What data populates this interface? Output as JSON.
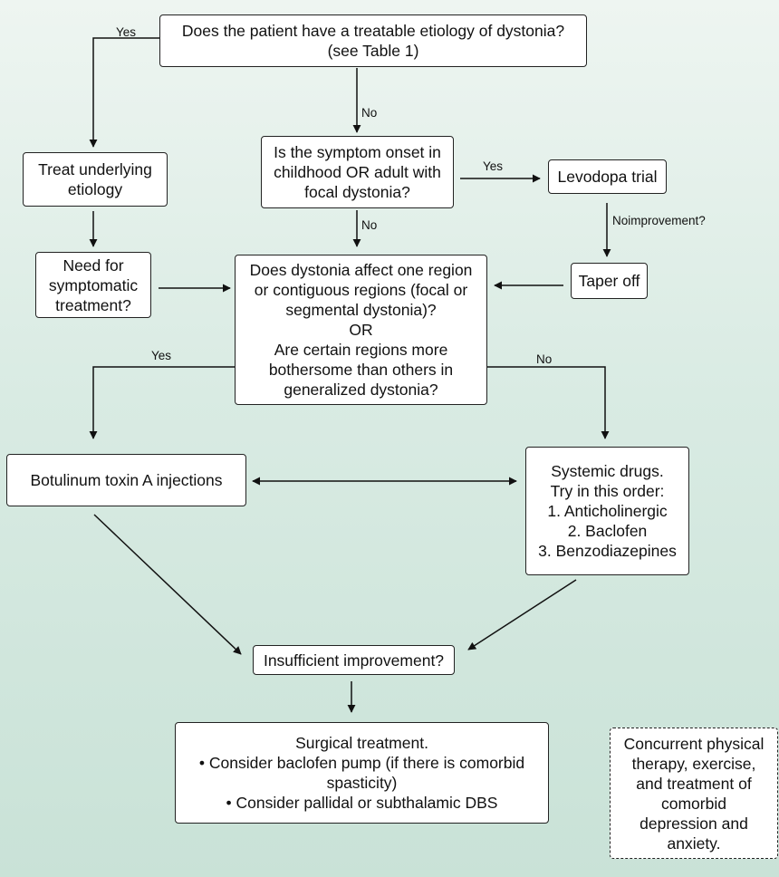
{
  "diagram": {
    "nodes": {
      "q_treatable": [
        "Does the patient have a treatable etiology of dystonia?",
        "(see Table 1)"
      ],
      "treat_underlying": [
        "Treat underlying",
        "etiology"
      ],
      "q_onset": [
        "Is the symptom onset in",
        "childhood OR adult with",
        "focal dystonia?"
      ],
      "levodopa": [
        "Levodopa trial"
      ],
      "need_symptomatic": [
        "Need for",
        "symptomatic",
        "treatment?"
      ],
      "q_region": [
        "Does dystonia affect one region",
        "or contiguous regions (focal or",
        "segmental dystonia)?",
        "OR",
        "Are certain regions more",
        "bothersome than others in",
        "generalized dystonia?"
      ],
      "taper_off": [
        "Taper off"
      ],
      "botulinum": [
        "Botulinum toxin A injections"
      ],
      "systemic": [
        "Systemic drugs.",
        "Try in this order:",
        "1. Anticholinergic",
        "2. Baclofen",
        "3. Benzodiazepines"
      ],
      "insufficient": [
        "Insufficient improvement?"
      ],
      "surgical": [
        "Surgical treatment.",
        "• Consider baclofen pump (if there is comorbid",
        "spasticity)",
        "• Consider pallidal or subthalamic DBS"
      ],
      "concurrent": [
        "Concurrent physical",
        "therapy, exercise,",
        "and treatment of",
        "comorbid",
        "depression and",
        "anxiety."
      ]
    },
    "edge_labels": {
      "yes_etiology": "Yes",
      "no_etiology": "No",
      "yes_onset": "Yes",
      "no_onset": "No",
      "no_improvement": [
        "No",
        "improvement?"
      ],
      "yes_region": "Yes",
      "no_region": "No"
    }
  }
}
